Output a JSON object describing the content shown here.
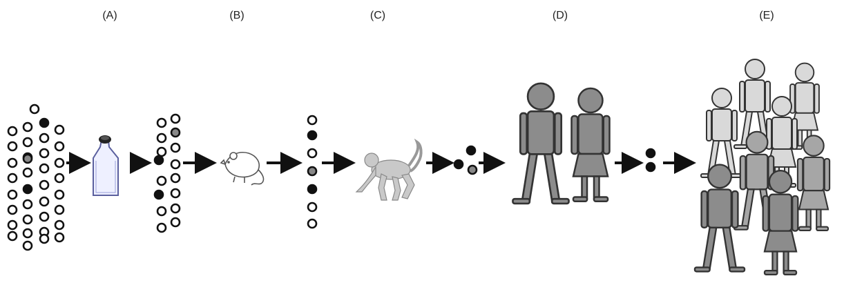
{
  "stages": [
    {
      "id": "A",
      "label": "(A)"
    },
    {
      "id": "B",
      "label": "(B)"
    },
    {
      "id": "C",
      "label": "(C)"
    },
    {
      "id": "D",
      "label": "(D)"
    },
    {
      "id": "E",
      "label": "(E)"
    }
  ],
  "icons": {
    "flask": "cell-culture-flask-icon",
    "mouse": "mouse-icon",
    "monkey": "monkey-icon",
    "people": "human-figure-icon"
  },
  "colors": {
    "circle_stroke": "#111111",
    "filled_black": "#111111",
    "filled_gray": "#888888",
    "figure_dark": "#8c8c8c",
    "figure_mid": "#a6a6a6",
    "figure_light": "#d9d9d9",
    "arrow": "#111111"
  }
}
